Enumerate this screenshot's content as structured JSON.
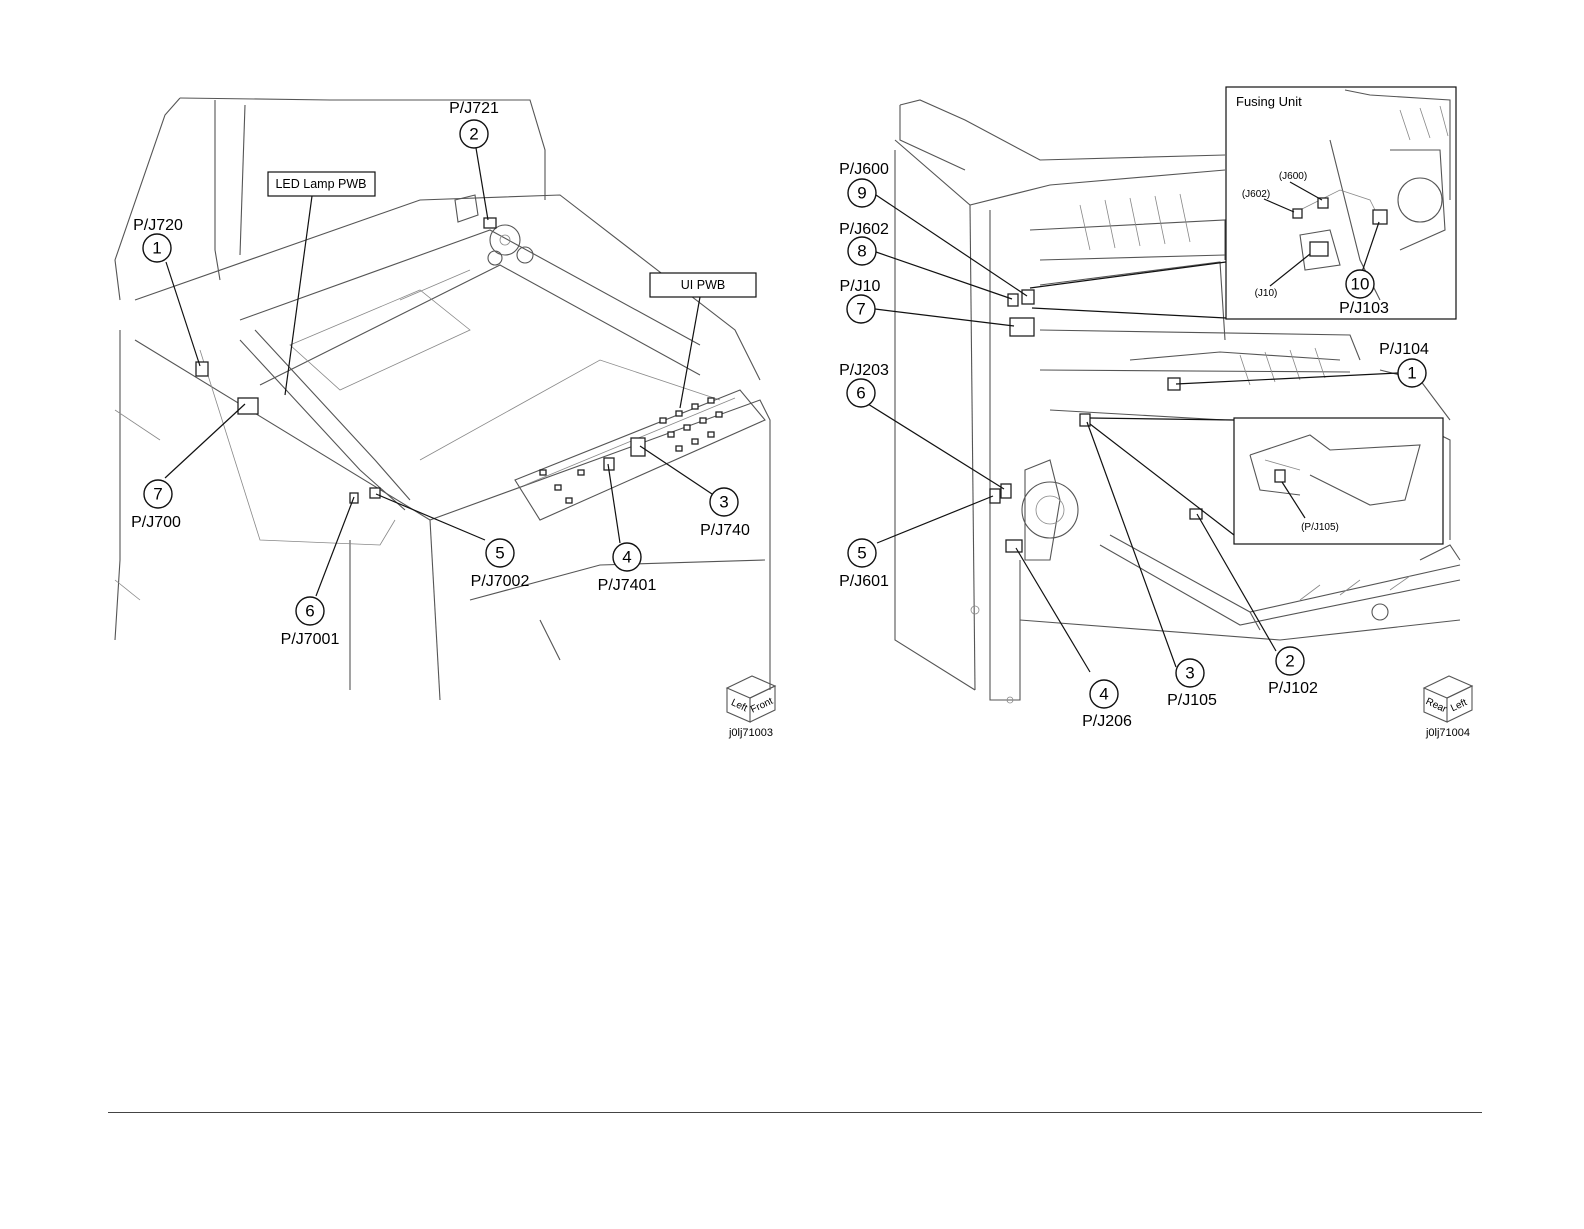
{
  "left_figure": {
    "boxes": [
      {
        "id": "led",
        "label": "LED Lamp PWB"
      },
      {
        "id": "ui",
        "label": "UI PWB"
      }
    ],
    "callouts": [
      {
        "num": "1",
        "label": "P/J720"
      },
      {
        "num": "2",
        "label": "P/J721"
      },
      {
        "num": "3",
        "label": "P/J740"
      },
      {
        "num": "4",
        "label": "P/J7401"
      },
      {
        "num": "5",
        "label": "P/J7002"
      },
      {
        "num": "6",
        "label": "P/J7001"
      },
      {
        "num": "7",
        "label": "P/J700"
      }
    ],
    "orientation": {
      "face1": "Left",
      "face2": "Front"
    },
    "figure_id": "j0lj71003"
  },
  "right_figure": {
    "inset_title": "Fusing Unit",
    "inset_labels": {
      "j600": "(J600)",
      "j602": "(J602)",
      "j10": "(J10)",
      "pj105": "(P/J105)"
    },
    "callouts": [
      {
        "num": "1",
        "label": "P/J104"
      },
      {
        "num": "2",
        "label": "P/J102"
      },
      {
        "num": "3",
        "label": "P/J105"
      },
      {
        "num": "4",
        "label": "P/J206"
      },
      {
        "num": "5",
        "label": "P/J601"
      },
      {
        "num": "6",
        "label": "P/J203"
      },
      {
        "num": "7",
        "label": "P/J10"
      },
      {
        "num": "8",
        "label": "P/J602"
      },
      {
        "num": "9",
        "label": "P/J600"
      },
      {
        "num": "10",
        "label": "P/J103"
      }
    ],
    "orientation": {
      "face1": "Rear",
      "face2": "Left"
    },
    "figure_id": "j0lj71004"
  }
}
